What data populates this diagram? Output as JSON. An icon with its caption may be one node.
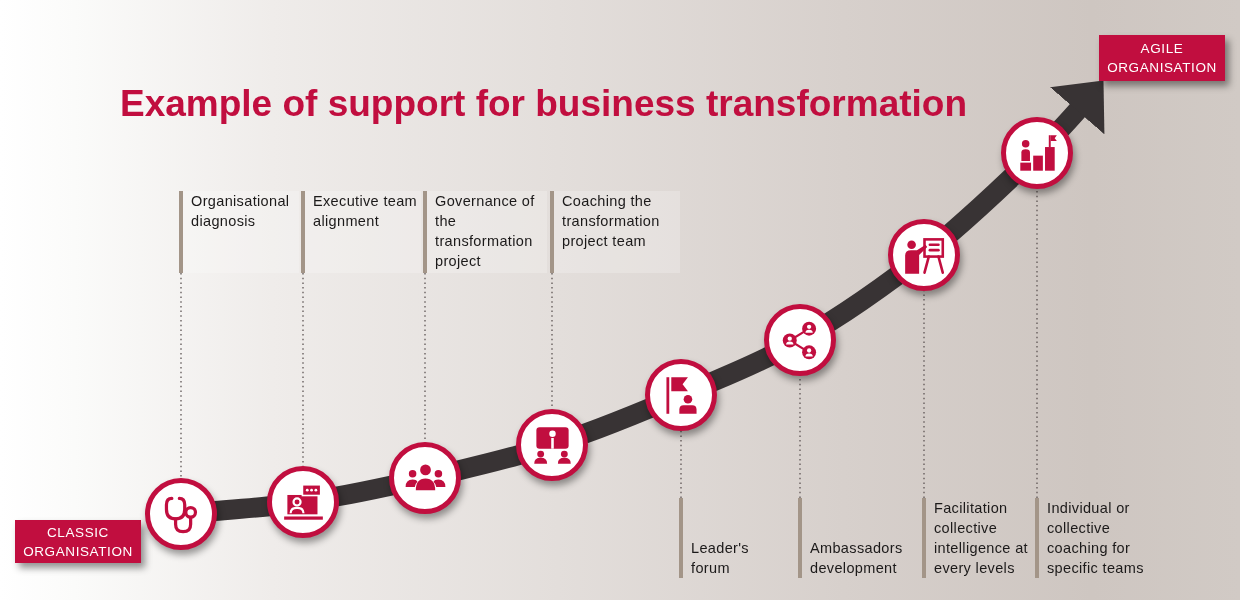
{
  "diagram": {
    "title": "Example of support for business transformation",
    "nodes": [
      {
        "text": [
          "CLASSIC ORGANISATION"
        ]
      },
      {
        "text": [],
        "shape": "circle"
      },
      {
        "text": [],
        "shape": "circle"
      },
      {
        "text": [],
        "shape": "circle"
      },
      {
        "text": [],
        "shape": "circle"
      },
      {
        "text": [],
        "shape": "circle"
      },
      {
        "text": [],
        "shape": "circle"
      },
      {
        "text": [],
        "shape": "circle"
      },
      {
        "text": [],
        "shape": "circle"
      },
      {
        "text": [
          "AGILE ORGANISATION"
        ]
      },
      {
        "text": [
          "Organisational diagnosis"
        ]
      },
      {
        "text": [
          "Executive team alignment"
        ]
      },
      {
        "text": [
          "Governance of the transformation project"
        ]
      },
      {
        "text": [
          "Coaching the transformation project team"
        ]
      },
      {
        "text": [
          "Leader's forum"
        ]
      },
      {
        "text": [
          "Ambassadors development"
        ]
      },
      {
        "text": [
          "Facilitation collective intelligence at every levels"
        ]
      },
      {
        "text": [
          "Individual or collective coaching for specific teams"
        ]
      }
    ],
    "edges": [
      {
        "from": 1,
        "to": 2,
        "arrow": "none",
        "style": "thick"
      },
      {
        "from": 2,
        "to": 3,
        "arrow": "none",
        "style": "thick"
      },
      {
        "from": 3,
        "to": 4,
        "arrow": "none",
        "style": "thick"
      },
      {
        "from": 4,
        "to": 5,
        "arrow": "none",
        "style": "thick"
      },
      {
        "from": 5,
        "to": 6,
        "arrow": "none",
        "style": "thick"
      },
      {
        "from": 6,
        "to": 7,
        "arrow": "none",
        "style": "thick"
      },
      {
        "from": 7,
        "to": 8,
        "arrow": "none",
        "style": "thick"
      },
      {
        "from": 8,
        "to": 9,
        "arrow": "to",
        "style": "thick"
      },
      {
        "from": 10,
        "to": 1,
        "arrow": "none",
        "style": "dashed"
      },
      {
        "from": 11,
        "to": 2,
        "arrow": "none",
        "style": "dashed"
      },
      {
        "from": 12,
        "to": 3,
        "arrow": "none",
        "style": "dashed"
      },
      {
        "from": 13,
        "to": 4,
        "arrow": "none",
        "style": "dashed"
      },
      {
        "from": 14,
        "to": 5,
        "arrow": "none",
        "style": "dashed"
      },
      {
        "from": 15,
        "to": 6,
        "arrow": "none",
        "style": "dashed"
      },
      {
        "from": 16,
        "to": 7,
        "arrow": "none",
        "style": "dashed"
      },
      {
        "from": 17,
        "to": 8,
        "arrow": "none",
        "style": "dashed"
      }
    ]
  }
}
